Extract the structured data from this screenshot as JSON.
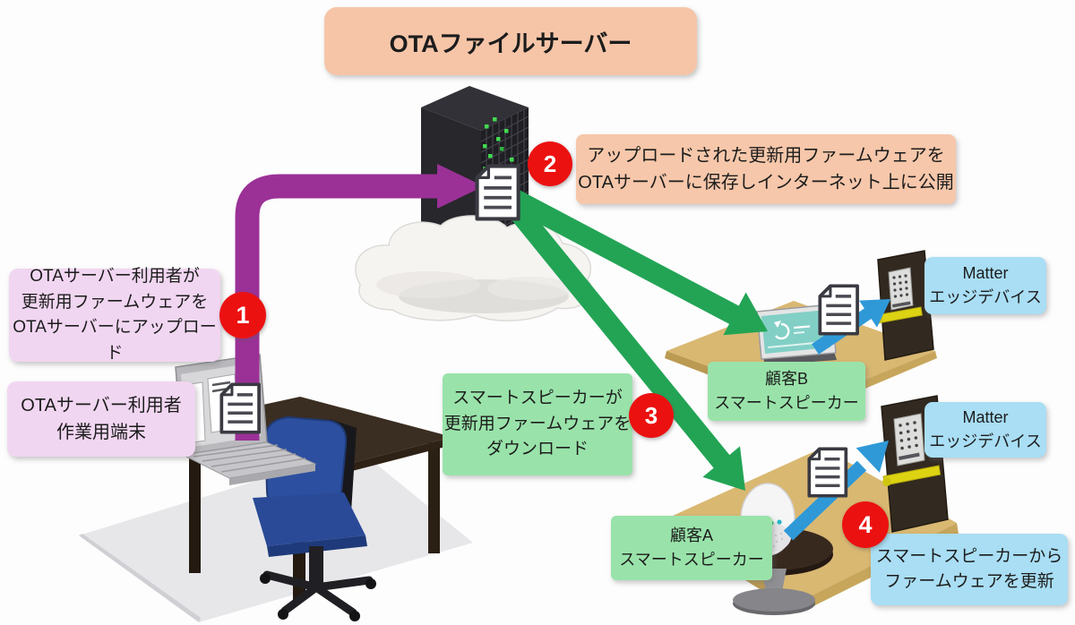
{
  "title": "OTAファイルサーバー",
  "steps": {
    "s1": {
      "badge": "1",
      "lines": [
        "OTAサーバー利用者が",
        "更新用ファームウェアを",
        "OTAサーバーにアップロード"
      ]
    },
    "s2": {
      "badge": "2",
      "lines": [
        "アップロードされた更新用ファームウェアを",
        "OTAサーバーに保存しインターネット上に公開"
      ]
    },
    "s3": {
      "badge": "3",
      "lines": [
        "スマートスピーカーが",
        "更新用ファームウェアを",
        "ダウンロード"
      ]
    },
    "s4": {
      "badge": "4",
      "lines": [
        "スマートスピーカーから",
        "ファームウェアを更新"
      ]
    }
  },
  "labels": {
    "workstation": {
      "lines": [
        "OTAサーバー利用者",
        "作業用端末"
      ]
    },
    "customer_b": {
      "lines": [
        "顧客B",
        "スマートスピーカー"
      ]
    },
    "customer_a": {
      "lines": [
        "顧客A",
        "スマートスピーカー"
      ]
    },
    "matter_edge_b": {
      "lines": [
        "Matter",
        "エッジデバイス"
      ]
    },
    "matter_edge_a": {
      "lines": [
        "Matter",
        "エッジデバイス"
      ]
    }
  },
  "icons": [
    "server-icon",
    "cloud-icon",
    "document-icon",
    "workstation-desk-icon",
    "office-chair-icon",
    "smart-display-icon",
    "smart-speaker-icon",
    "door-lock-icon"
  ],
  "colors": {
    "banner_peach": "#f6c5a8",
    "note_pink": "#f1d6f1",
    "note_green": "#99e3aa",
    "note_blue": "#a9def4",
    "badge_red": "#ec1111",
    "upload_arrow_purple": "#9b3197",
    "download_arrow_green": "#23a455",
    "update_arrow_blue": "#2f99d8",
    "platform_tan": "#d9b872",
    "server_dark": "#27272c",
    "led_green": "#42d94f"
  }
}
